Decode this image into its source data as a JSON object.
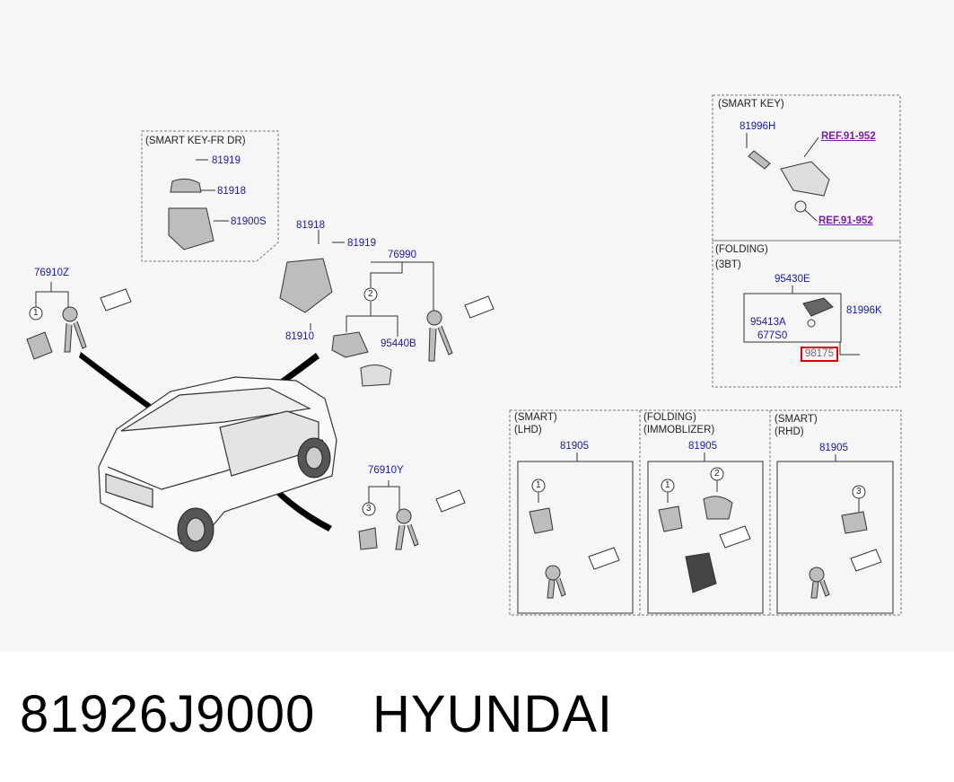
{
  "footer": {
    "part_number": "81926J9000",
    "brand": "HYUNDAI"
  },
  "sections": {
    "smart_key_fr_dr": "(SMART KEY-FR DR)",
    "smart_key": "(SMART KEY)",
    "folding": "(FOLDING)",
    "folding_sub": "(3BT)",
    "smart_lhd": "(SMART)",
    "smart_lhd_sub": "(LHD)",
    "folding_immob": "(FOLDING)",
    "folding_immob_sub": "(IMMOBLIZER)",
    "smart_rhd": "(SMART)",
    "smart_rhd_sub": "(RHD)"
  },
  "parts": {
    "p81919_a": "81919",
    "p81918_a": "81918",
    "p81900S": "81900S",
    "p76910Z": "76910Z",
    "p81918_b": "81918",
    "p81919_b": "81919",
    "p76990": "76990",
    "p81910": "81910",
    "p95440B": "95440B",
    "p76910Y": "76910Y",
    "p81996H": "81996H",
    "ref1": "REF.91-952",
    "ref2": "REF.91-952",
    "p95430E": "95430E",
    "p81996K": "81996K",
    "p95413A": "95413A",
    "p677S0": "677S0",
    "p98175": "98175",
    "p81905_a": "81905",
    "p81905_b": "81905",
    "p81905_c": "81905"
  },
  "callouts": {
    "c1": "1",
    "c2": "2",
    "c3": "3"
  }
}
